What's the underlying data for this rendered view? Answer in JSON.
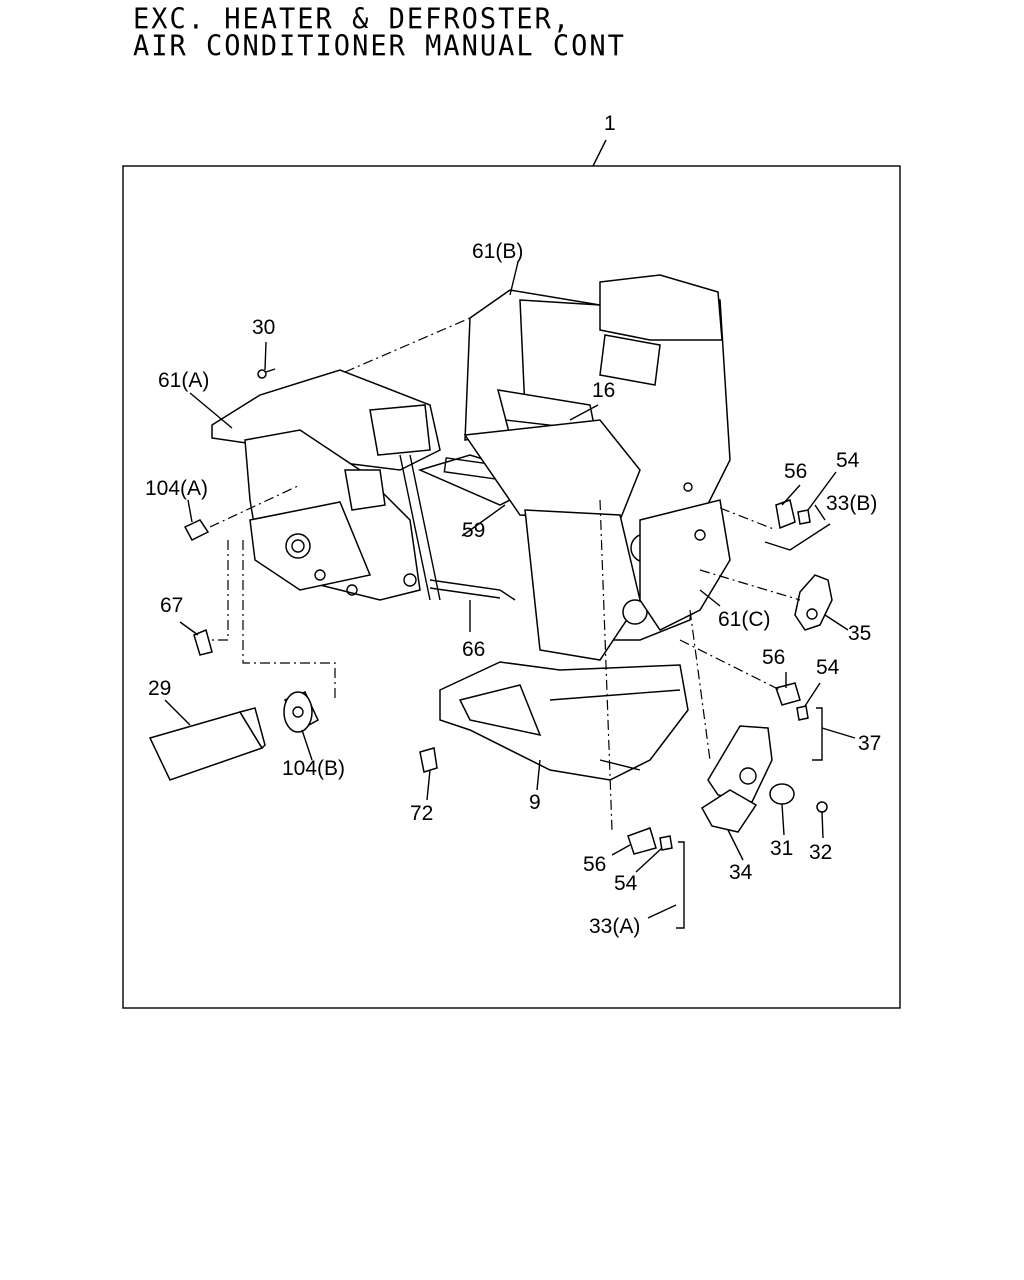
{
  "title": {
    "line1": "EXC. HEATER & DEFROSTER,",
    "line2": "AIR CONDITIONER MANUAL CONT"
  },
  "callouts": {
    "c1": "1",
    "c61b": "61(B)",
    "c30": "30",
    "c61a": "61(A)",
    "c16": "16",
    "c104a": "104(A)",
    "c56a": "56",
    "c54a": "54",
    "c33b": "33(B)",
    "c59": "59",
    "c61c": "61(C)",
    "c35": "35",
    "c67": "67",
    "c66": "66",
    "c56b": "56",
    "c54b": "54",
    "c29": "29",
    "c37": "37",
    "c104b": "104(B)",
    "c72": "72",
    "c9": "9",
    "c31": "31",
    "c32": "32",
    "c56c": "56",
    "c34": "34",
    "c54c": "54",
    "c33a": "33(A)"
  }
}
